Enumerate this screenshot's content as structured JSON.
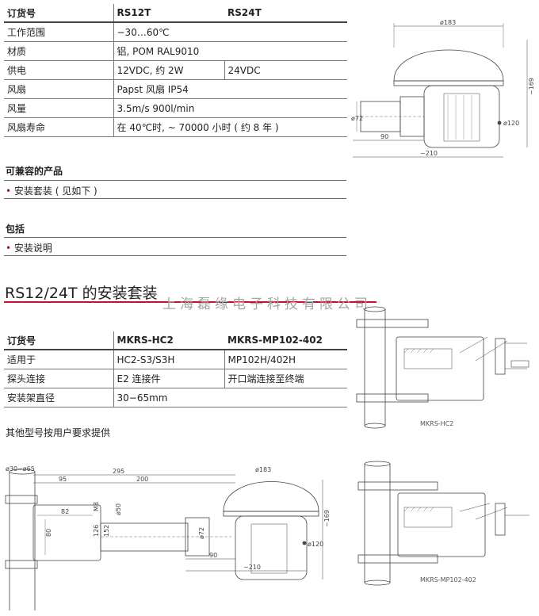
{
  "spec_table": {
    "header": [
      "订货号",
      "RS12T",
      "RS24T"
    ],
    "rows": [
      {
        "label": "工作范围",
        "values": [
          "−30…60℃"
        ]
      },
      {
        "label": "材质",
        "values": [
          "铝, POM   RAL9010"
        ]
      },
      {
        "label": "供电",
        "values": [
          "12VDC, 约 2W",
          "24VDC"
        ]
      },
      {
        "label": "风扇",
        "values": [
          "Papst 风扇 IP54"
        ]
      },
      {
        "label": "风量",
        "values": [
          "3.5m/s 900l/min"
        ]
      },
      {
        "label": "风扇寿命",
        "values": [
          "在 40℃时, ~ 70000 小时 ( 约 8 年 )"
        ]
      }
    ]
  },
  "compatible": {
    "title": "可兼容的产品",
    "item": "安装套装 ( 见如下 )"
  },
  "package": {
    "title": "包括",
    "item": "安装说明"
  },
  "kit_title": "RS12/24T 的安装套装",
  "watermark": "上海磊缘电子科技有限公司",
  "kit_table": {
    "header": [
      "订货号",
      "MKRS-HC2",
      "MKRS-MP102-402"
    ],
    "rows": [
      {
        "label": "适用于",
        "values": [
          "HC2-S3/S3H",
          "MP102H/402H"
        ]
      },
      {
        "label": "探头连接",
        "values": [
          "E2 连接件",
          "开口端连接至终端"
        ]
      },
      {
        "label": "安装架直径",
        "values": [
          "30−65mm"
        ]
      }
    ]
  },
  "note": "其他型号按用户要求提供",
  "drawing_top": {
    "d_183": "ø183",
    "d_72": "ø72",
    "d_120": "ø120",
    "l_90": "90",
    "l_210": "~210",
    "h_169": "~169"
  },
  "drawing_hc2": {
    "caption": "MKRS-HC2"
  },
  "drawing_mp": {
    "caption": "MKRS-MP102-402"
  },
  "drawing_bottom": {
    "d_pipe": "ø30−ø65",
    "l_95": "95",
    "l_295": "295",
    "l_200": "200",
    "d_183": "ø183",
    "l_82": "82",
    "l_80": "80",
    "l_126": "126",
    "l_152": "152",
    "d_50": "ø50",
    "m8": "M8",
    "d_72": "ø72",
    "h_169": "~169",
    "d_120": "ø120",
    "l_90": "90",
    "l_210": "~210"
  },
  "colors": {
    "accent_red": "#c8102e",
    "watermark": "#a4a4a4"
  }
}
